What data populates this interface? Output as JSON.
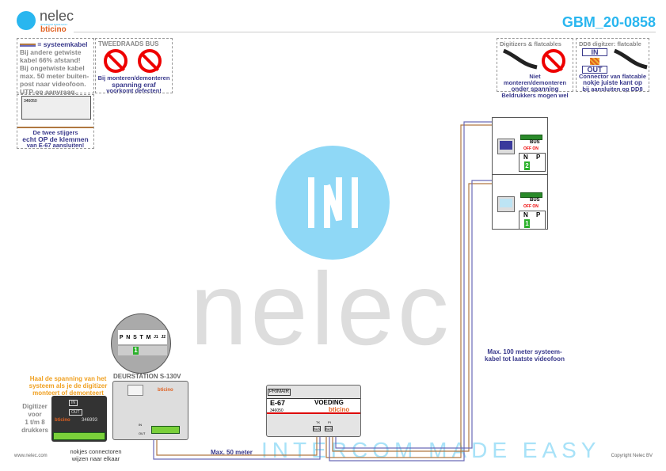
{
  "header": {
    "brand": "nelec",
    "tagline": "INTERCOM MADE EASY",
    "partner": "bticino",
    "doc_id": "GBM_20-0858"
  },
  "watermark": {
    "word": "nelec",
    "tagline": "INTERCOM MADE EASY"
  },
  "info_cable": {
    "legend": "= systeemkabel",
    "lines": [
      "Bij andere getwiste",
      "kabel 66% afstand!",
      "Bij ongetwiste kabel",
      "max. 50 meter buiten-",
      "post naar videofoon.",
      "UTP op aanvraag."
    ]
  },
  "info_bus": {
    "title": "TWEEDRAADS BUS",
    "lines": [
      "Bij monteren/demonteren",
      "spanning eraf",
      "voorkomt defecten!"
    ]
  },
  "info_risers": {
    "code": "346050",
    "lines": [
      "De twee stijgers",
      "echt OP de klemmen",
      "van E-67 aansluiten!"
    ]
  },
  "info_digitizers": {
    "title": "Digitizers & flatcables",
    "lines": [
      "Niet monteren/demonteren",
      "onder spanning",
      "Beldrukkers mogen wel"
    ]
  },
  "info_dd8": {
    "title": "DD8 digitzer: flatcable",
    "in": "IN",
    "out": "OUT",
    "lines": [
      "Connector van flatcable",
      "nokje juiste kant op",
      "bij aansluiten op DD8"
    ]
  },
  "videophones": [
    {
      "switch": "OFF ON",
      "bus": "BUS",
      "n": "N",
      "p": "P",
      "num": "2"
    },
    {
      "switch": "OFF ON",
      "bus": "BUS",
      "n": "N",
      "p": "P",
      "num": "1"
    }
  ],
  "door_station": {
    "title": "DEURSTATION S-130V",
    "terminals": [
      "P",
      "N",
      "S",
      "T",
      "M",
      "J1",
      "J2"
    ],
    "jumper": "1",
    "in": "IN",
    "out": "OUT"
  },
  "digitizer": {
    "warning": "Haal de spanning van het systeem als je de digitizer monteert of demonteert",
    "label": [
      "Digitizer",
      "voor",
      "1 t/m 8",
      "drukkers"
    ],
    "code": "346993",
    "in": "IN",
    "out": "OUT",
    "note": [
      "nokjes connectoren",
      "wijzen naar elkaar"
    ]
  },
  "power": {
    "primary": "PRIMAIR",
    "name": "E-67",
    "type": "VOEDING",
    "code": "346050",
    "tk": "TK",
    "pi": "PI",
    "bus1": "BUS",
    "bus2": "BUS"
  },
  "notes": {
    "max100": [
      "Max. 100 meter systeem-",
      "kabel tot laatste videofoon"
    ],
    "max50": "Max. 50 meter"
  },
  "footer": {
    "url": "www.nelec.com",
    "copyright": "Copyright Nelec BV"
  },
  "colors": {
    "accent": "#29b6ef",
    "navy": "#3a3a8c",
    "orange": "#f0a020",
    "wire_brown": "#b07840",
    "wire_blue": "#6a6ab8"
  }
}
